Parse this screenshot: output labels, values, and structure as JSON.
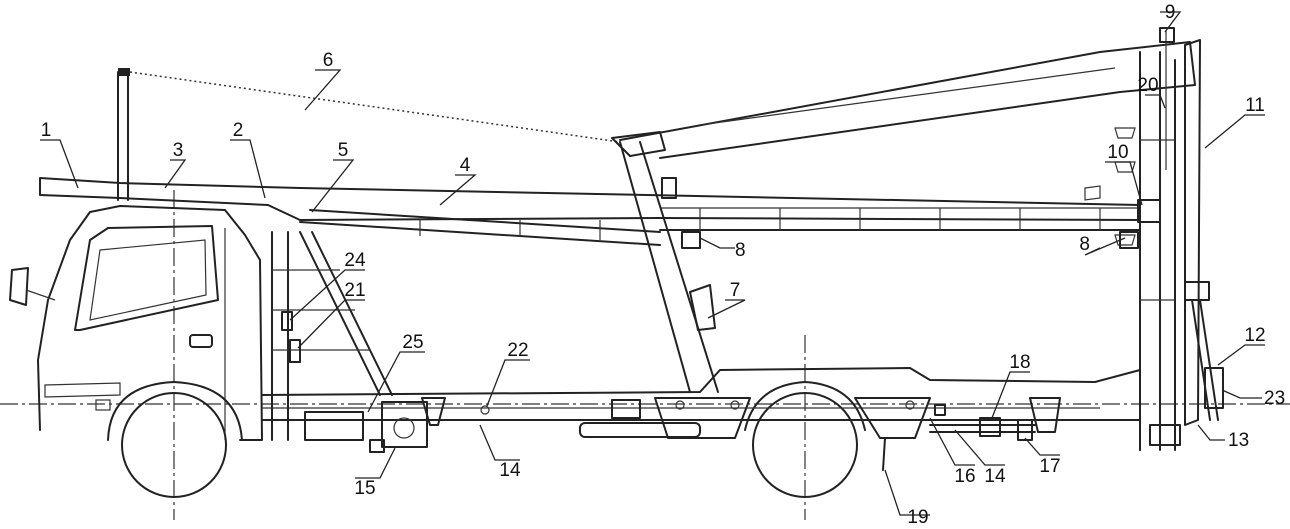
{
  "labels": {
    "l1": "1",
    "l2": "2",
    "l3": "3",
    "l4": "4",
    "l5": "5",
    "l6": "6",
    "l7": "7",
    "l8a": "8",
    "l8b": "8",
    "l9": "9",
    "l10": "10",
    "l11": "11",
    "l12": "12",
    "l13": "13",
    "l14a": "14",
    "l14b": "14",
    "l15": "15",
    "l16": "16",
    "l17": "17",
    "l18": "18",
    "l19": "19",
    "l20": "20",
    "l21": "21",
    "l22": "22",
    "l23": "23",
    "l24": "24",
    "l25": "25"
  }
}
